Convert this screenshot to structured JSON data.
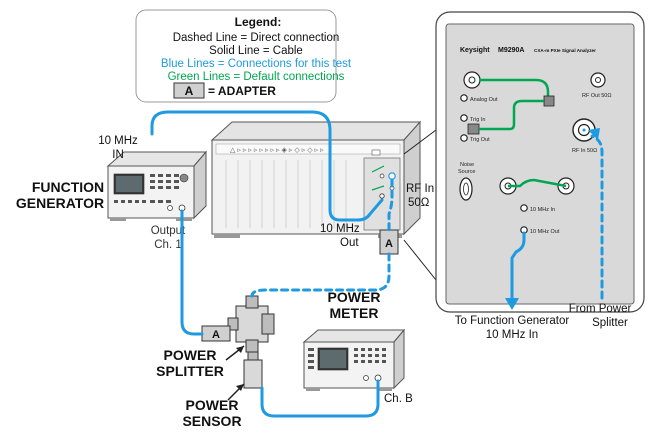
{
  "legend": {
    "title": "Legend:",
    "dashed": "Dashed Line = Direct connection",
    "solid": "Solid Line = Cable",
    "blue": "Blue Lines = Connections for this test",
    "green": "Green Lines = Default connections",
    "adapter_box": "A",
    "adapter_text": "= ADAPTER"
  },
  "function_generator": {
    "label_line1": "FUNCTION",
    "label_line2": "GENERATOR",
    "in_line1": "10 MHz",
    "in_line2": "IN",
    "output_line1": "Output",
    "output_line2": "Ch. 1"
  },
  "analyzer_front": {
    "rf_in_line1": "RF In",
    "rf_in_line2": "50Ω",
    "ref_out_line1": "10 MHz",
    "ref_out_line2": "Out",
    "adapter": "A"
  },
  "power_splitter": {
    "adapter": "A",
    "label_line1": "POWER",
    "label_line2": "SPLITTER"
  },
  "power_sensor": {
    "label_line1": "POWER",
    "label_line2": "SENSOR"
  },
  "power_meter": {
    "label_line1": "POWER",
    "label_line2": "METER",
    "channel": "Ch. B"
  },
  "module_panel": {
    "brand": "Keysight",
    "model": "M9290A",
    "model_suffix": "CXA-m PXIe Signal Analyzer",
    "analog_out": "Analog Out",
    "rf_out": "RF Out 50Ω",
    "trig_in": "Trig In",
    "trig_out": "Trig Out",
    "rf_in": "RF In 50Ω",
    "noise_source_line1": "Noise",
    "noise_source_line2": "Source",
    "ref_in": "10 MHz In",
    "ref_out": "10 MHz Out",
    "to_fg_line1": "To Function Generator",
    "to_fg_line2": "10 MHz In",
    "from_splitter_line1": "From Power",
    "from_splitter_line2": "Splitter"
  },
  "colors": {
    "blue": "#1e9ae0",
    "green": "#00a651",
    "panel": "#d9d9d9"
  }
}
